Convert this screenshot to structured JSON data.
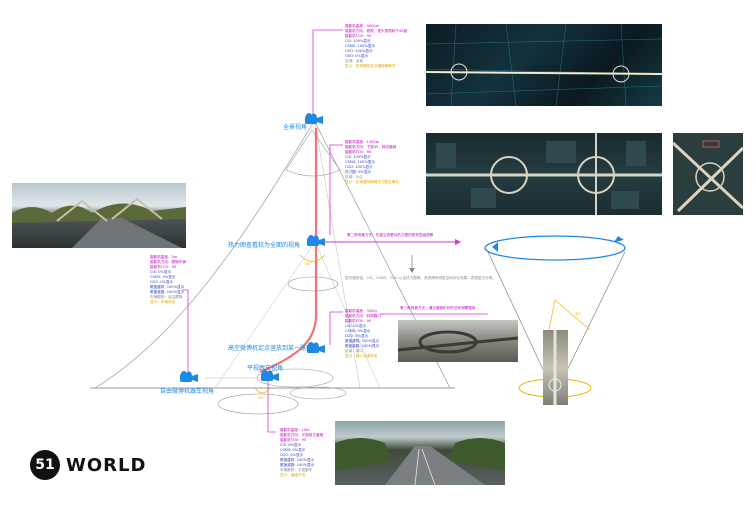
{
  "logo": {
    "mark": "51",
    "text": "WORLD"
  },
  "cameras": {
    "panorama": "全景视角",
    "heatmap": "热力图查看较为全面的视角",
    "drone": "高空微博机定点竖放到某一路口",
    "flat": "平视跟车视角",
    "free": "自由微博机跟车视角"
  },
  "notes": {
    "heat_line": "第二种场景方式：在高空查看对热力图的视觉层级观察",
    "drone_line": "第三种场景方式：通过道路形状的空间观察路段",
    "middle_gray": "层次感较强，CIS、CSMS，O2O 以及热力图等，其表情有明显空间对比效果，表现层次分明。",
    "angle1": "24°",
    "angle2": "20°",
    "angle3": "30°"
  },
  "specs": {
    "top": {
      "m": [
        "摄影机高度：3000m",
        "摄影机方向：俯视，镜头视角斜下45度",
        "摄影机FOV：90"
      ],
      "b": [
        "CIS: 100%显示",
        "CSMS: 100%显示",
        "O2O: 100%显示",
        "OEO: 0%显示"
      ],
      "g": [
        "区域：全城"
      ],
      "y": [
        "显示：宏观路网及交通拥堵情况"
      ]
    },
    "second": {
      "m": [
        "摄影机高度：1500m",
        "摄影机方向：下视45，斜向路网",
        "摄影机FOV：90"
      ],
      "b": [
        "CIS: 100%显示",
        "CSMS: 100%显示",
        "O2O: 100%显示",
        "热力图: 0%显示"
      ],
      "g": [
        "区域：片区"
      ],
      "y": [
        "显示：区域路网拥堵热力图及事件"
      ]
    },
    "third": {
      "m": [
        "摄影机高度：300m",
        "摄影机方向：斜视路口",
        "摄影机FOV：90"
      ],
      "b": [
        "CIS: 0%显示",
        "CSMS: 0%显示",
        "O2O: 0%显示",
        "覆盖建筑: 100%显示",
        "覆盖道路: 100%显示"
      ],
      "g": [
        "区域：路口"
      ],
      "y": [
        "显示：路口交通状态"
      ]
    },
    "left": {
      "m": [
        "摄影机高度：5m",
        "摄影机方向：跟随车辆",
        "摄影机FOV：90"
      ],
      "b": [
        "CIS: 0%显示",
        "CSMS: 0%显示",
        "O2O: 0%显示",
        "覆盖建筑: 100%显示",
        "覆盖道路: 100%显示"
      ],
      "g": [
        "车辆跟踪：自由跟随"
      ],
      "y": [
        "显示：车辆状态"
      ]
    },
    "bottom": {
      "m": [
        "摄影机高度：10m",
        "摄影机方向：平视前方道路",
        "摄影机FOV：90"
      ],
      "b": [
        "CIS: 0%显示",
        "CSMS: 0%显示",
        "O2O: 0%显示",
        "覆盖建筑: 100%显示",
        "覆盖道路: 100%显示"
      ],
      "g": [
        "车辆跟踪：平视跟车"
      ],
      "y": [
        "显示：道路车流"
      ]
    }
  },
  "colors": {
    "blue": "#1e88e5",
    "magenta": "#d633d6",
    "red": "#f05a5a",
    "gold": "#f0b400"
  }
}
